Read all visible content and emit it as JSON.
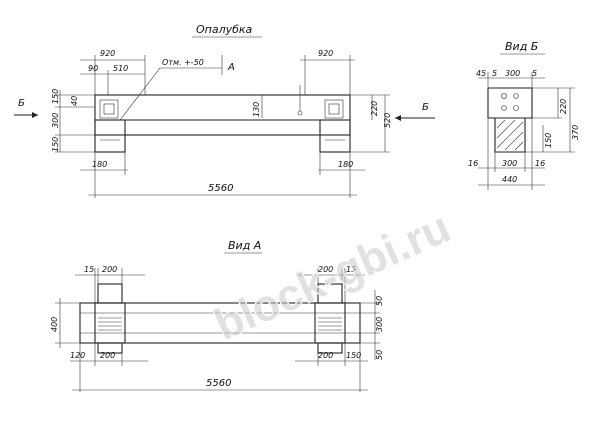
{
  "titles": {
    "formwork": "Опалубка",
    "view_b": "Вид Б",
    "view_a": "Вид А"
  },
  "markers": {
    "section_left": "Б",
    "section_right": "Б",
    "note_level": "Отм. +-50",
    "note_arrow": "А"
  },
  "front_view": {
    "dims_top": [
      "920",
      "90",
      "510",
      "920"
    ],
    "dims_left": [
      "150",
      "40",
      "300",
      "150"
    ],
    "dims_inner": [
      "130"
    ],
    "dims_right": [
      "220",
      "520"
    ],
    "dims_bottom": [
      "180",
      "180"
    ],
    "total_length": "5560"
  },
  "view_b": {
    "dims_top": [
      "45",
      "5",
      "300",
      "5"
    ],
    "dims_right": [
      "220",
      "370"
    ],
    "dims_mid": [
      "150"
    ],
    "dims_bottom": [
      "16",
      "300",
      "16"
    ],
    "total_width": "440"
  },
  "plan_view": {
    "dims_top": [
      "15",
      "200",
      "200",
      "15"
    ],
    "dims_left": [
      "400"
    ],
    "dims_right": [
      "50",
      "300",
      "50"
    ],
    "dims_bottom": [
      "120",
      "200",
      "200",
      "150"
    ],
    "total_length": "5560"
  },
  "watermark": "block-gbi.ru"
}
